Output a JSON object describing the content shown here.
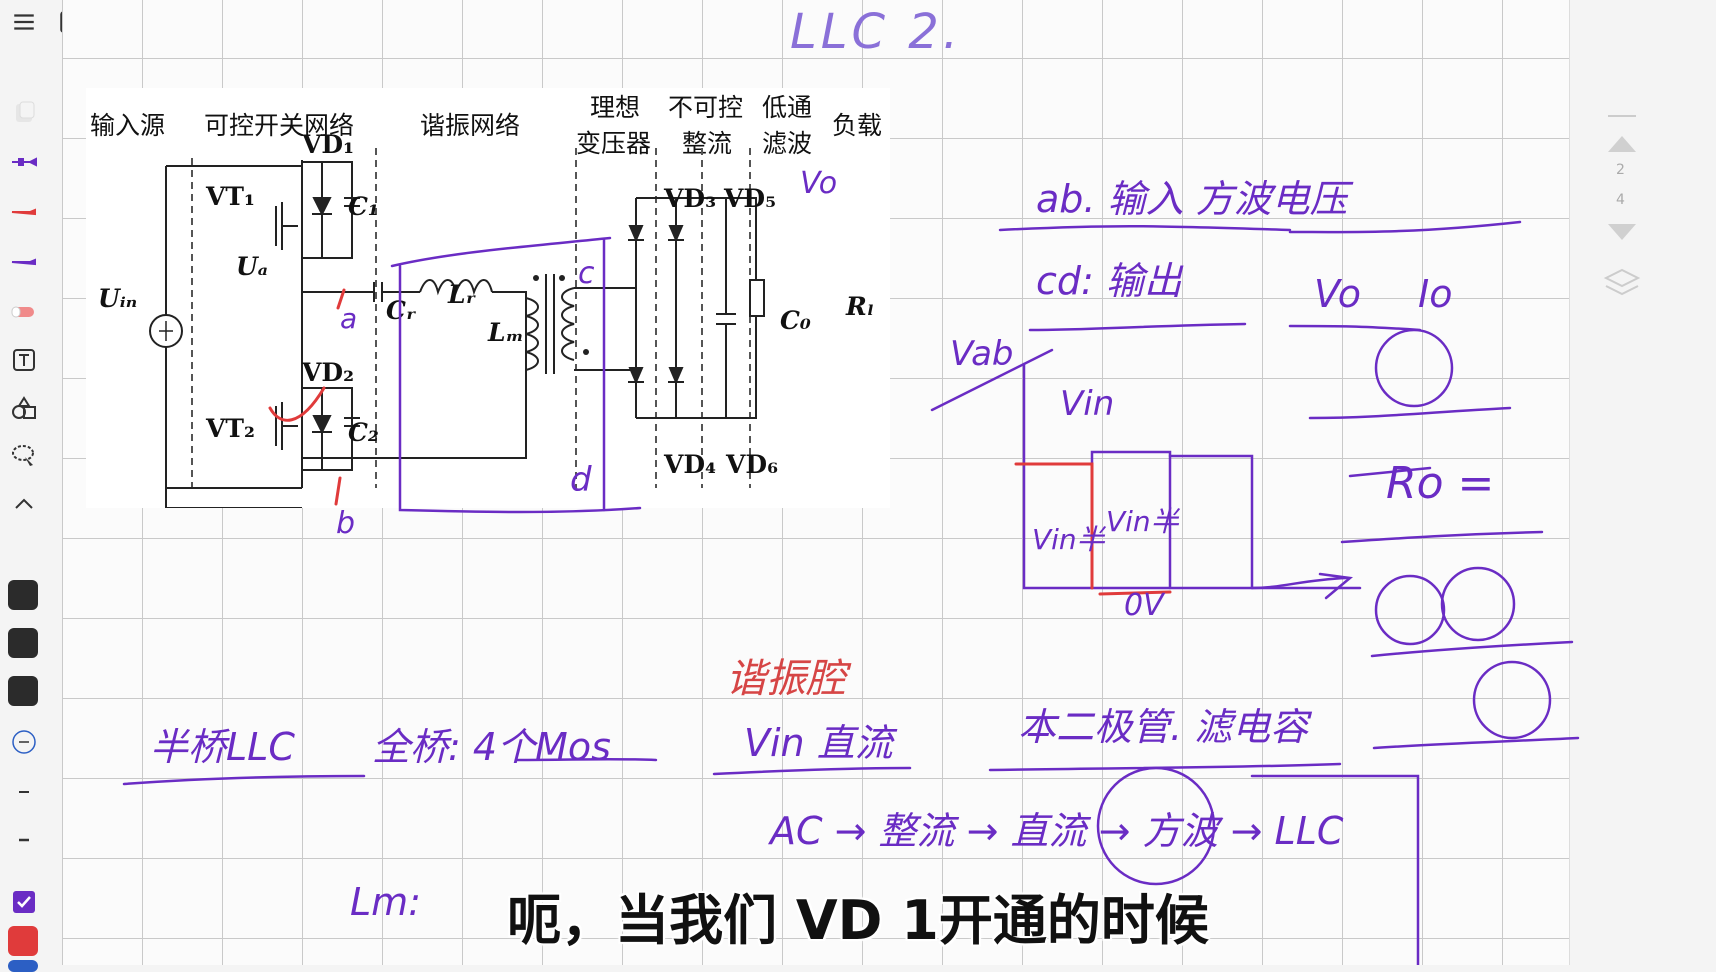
{
  "window": {
    "page_title_handwritten": "LLC 2."
  },
  "toolbar": {
    "left": [
      {
        "name": "menu-icon"
      },
      {
        "name": "page-settings-icon"
      },
      {
        "name": "undo-icon"
      },
      {
        "name": "chevron-down-icon"
      }
    ],
    "right": [
      {
        "name": "copy-page-icon"
      },
      {
        "name": "list-icon"
      },
      {
        "name": "page-icon"
      },
      {
        "name": "search-doc-icon"
      },
      {
        "name": "history-icon"
      },
      {
        "name": "settings-icon"
      }
    ]
  },
  "sidebar": {
    "tools": [
      "eraser-icon",
      "pen-purple-icon",
      "pen-red-icon",
      "highlighter-purple-icon",
      "highlighter-red-icon",
      "text-tool-icon",
      "shapes-icon",
      "lasso-icon",
      "collapse-icon"
    ],
    "swatches": [
      "#2b2b2b",
      "#2b2b2b",
      "#2b2b2b"
    ],
    "stroke_sizes": [
      "thin",
      "medium",
      "thick"
    ],
    "checks": [
      {
        "color": "#6a2cc4"
      },
      {
        "color": "#e03b3b"
      },
      {
        "color": "#2c5fc4"
      }
    ]
  },
  "rightnav": {
    "pages": [
      "2",
      "4"
    ]
  },
  "diagram": {
    "headers": {
      "input_source": "输入源",
      "switch_network": "可控开关网络",
      "resonant_network": "谐振网络",
      "ideal_1": "理想",
      "ideal_2": "变压器",
      "rect_1": "不可控",
      "rect_2": "整流",
      "lpf_1": "低通",
      "lpf_2": "滤波",
      "load": "负载"
    },
    "components": {
      "vd1": "VD₁",
      "vt1": "VT₁",
      "c1": "C₁",
      "ua": "Uₐ",
      "uin": "Uᵢₙ",
      "cr": "Cᵣ",
      "lr": "Lᵣ",
      "lm": "Lₘ",
      "vd2": "VD₂",
      "vt2": "VT₂",
      "c2": "C₂",
      "vd3": "VD₃",
      "vd5": "VD₅",
      "vd4": "VD₄",
      "vd6": "VD₆",
      "co": "C₀",
      "rl": "Rₗ"
    }
  },
  "notes": {
    "a": "a",
    "b": "b",
    "c": "c",
    "d": "d",
    "vo_top": "Vo",
    "ab_input": "ab. 输入  方波电压",
    "cd_output": "cd: 输出",
    "vo": "Vo",
    "io": "Io",
    "vab": "Vab",
    "vin": "Vin",
    "v_half_a": "Vin半",
    "v_half_b": "Vin半",
    "ov": "0V",
    "ro": "Ro =",
    "resonant_cavity": "谐振腔",
    "half_bridge": "半桥LLC",
    "topology": "全桥: 4个Mos",
    "vin_dc": "Vin 直流",
    "series": "本二极管. 滤电容",
    "chain": "AC → 整流 → 直流 → 方波 → LLC",
    "lm": "Lm:"
  },
  "subtitle": "呃，当我们 VD 1开通的时候"
}
